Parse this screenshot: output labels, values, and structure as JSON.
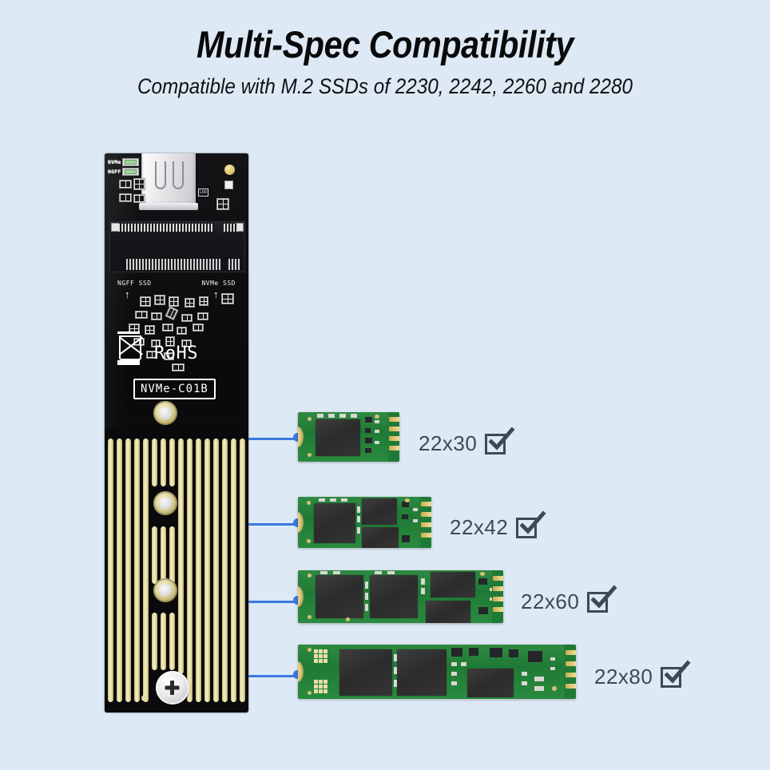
{
  "header": {
    "title": "Multi-Spec Compatibility",
    "subtitle": "Compatible with M.2 SSDs of 2230, 2242, 2260 and 2280"
  },
  "colors": {
    "background": "#dde9f4",
    "connector_blue": "#3b78e0",
    "pcb_black": "#0c0c0e",
    "heatsink_gold": "#efe7b2",
    "ssd_green": "#1f7a35",
    "label_text": "#3d4a56"
  },
  "adapter": {
    "name": "M.2 NVMe/NGFF to USB-C SSD enclosure board",
    "model_label": "NVMe-C01B",
    "rohs_label": "RoHS",
    "weee_icon": "crossed-out-wheelie-bin-icon",
    "usb_port": "usb-c-port-icon",
    "led_indicators": [
      {
        "label": "NVMe"
      },
      {
        "label": "NGFF"
      }
    ],
    "socket_labels": [
      {
        "text": "NGFF SSD",
        "arrow": "↑"
      },
      {
        "text": "NVMe SSD",
        "arrow": "↑"
      }
    ],
    "led_mark": "LED",
    "mount_holes": 3,
    "heatsink_fins": 16
  },
  "modules": [
    {
      "id": "m2230",
      "size_label": "22x30",
      "checked": true,
      "check_icon": "checked-checkbox-icon"
    },
    {
      "id": "m2242",
      "size_label": "22x42",
      "checked": true,
      "check_icon": "checked-checkbox-icon"
    },
    {
      "id": "m2260",
      "size_label": "22x60",
      "checked": true,
      "check_icon": "checked-checkbox-icon"
    },
    {
      "id": "m2280",
      "size_label": "22x80",
      "checked": true,
      "check_icon": "checked-checkbox-icon"
    }
  ]
}
